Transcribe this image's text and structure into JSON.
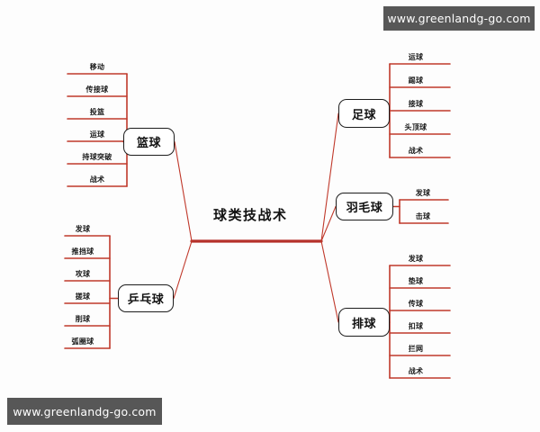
{
  "document": {
    "type": "mind-map",
    "center": {
      "label": "球类技战术"
    },
    "colors": {
      "branch_line": "#c0392b",
      "trunk_line": "#b5302a",
      "node_border": "#1c1c1c",
      "node_fill": "#ffffff",
      "text": "#111111",
      "watermark_bg": "#575757",
      "watermark_text": "#ffffff",
      "background": "#fdfdfd"
    },
    "branches": [
      {
        "id": "basketball",
        "label": "篮球",
        "side": "left",
        "leaves": [
          "移动",
          "传接球",
          "投篮",
          "运球",
          "持球突破",
          "战术"
        ]
      },
      {
        "id": "table-tennis",
        "label": "乒乓球",
        "side": "left",
        "leaves": [
          "发球",
          "推挡球",
          "攻球",
          "搓球",
          "削球",
          "弧圈球"
        ]
      },
      {
        "id": "football",
        "label": "足球",
        "side": "right",
        "leaves": [
          "运球",
          "踢球",
          "接球",
          "头顶球",
          "战术"
        ]
      },
      {
        "id": "badminton",
        "label": "羽毛球",
        "side": "right",
        "leaves": [
          "发球",
          "击球"
        ]
      },
      {
        "id": "volleyball",
        "label": "排球",
        "side": "right",
        "leaves": [
          "发球",
          "垫球",
          "传球",
          "扣球",
          "拦网",
          "战术"
        ]
      }
    ]
  },
  "watermarks": {
    "top_right": "www.greenlandg-go.com",
    "bottom_left": "www.greenlandg-go.com"
  }
}
